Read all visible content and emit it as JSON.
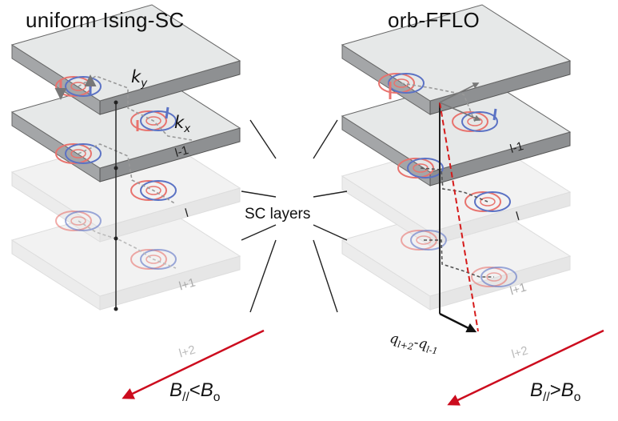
{
  "titles": {
    "left": "uniform Ising-SC",
    "right": "orb-FFLO"
  },
  "center_label": "SC layers",
  "axes": {
    "ky": "k",
    "ky_sub": "y",
    "kx": "k",
    "kx_sub": "x"
  },
  "layer_labels": {
    "left": {
      "l_minus_1": "l-1",
      "l": "l",
      "l_plus_1": "l+1",
      "l_plus_2": "l+2"
    },
    "right": {
      "l_minus_1": "l-1",
      "l": "l",
      "l_plus_1": "l+1",
      "l_plus_2": "l+2"
    }
  },
  "field_labels": {
    "left": {
      "b": "B",
      "sub": "//",
      "rel": "<",
      "b0": "B",
      "b0_sub": "o"
    },
    "right": {
      "b": "B",
      "sub": "//",
      "rel": ">",
      "b0": "B",
      "b0_sub": "o"
    }
  },
  "q_label": {
    "q1": "q",
    "q1_sub": "l+2",
    "minus": "-",
    "q2": "q",
    "q2_sub": "l-1"
  },
  "colors": {
    "red_orbit": "#e8736e",
    "blue_orbit": "#5b72c4",
    "field_arrow": "#cc0c1e",
    "dashed_q": "#d61a1a",
    "plate_top": "#e6e8e8",
    "plate_side": "#a4a6a8",
    "plate_faded": "#f2f2f2"
  }
}
